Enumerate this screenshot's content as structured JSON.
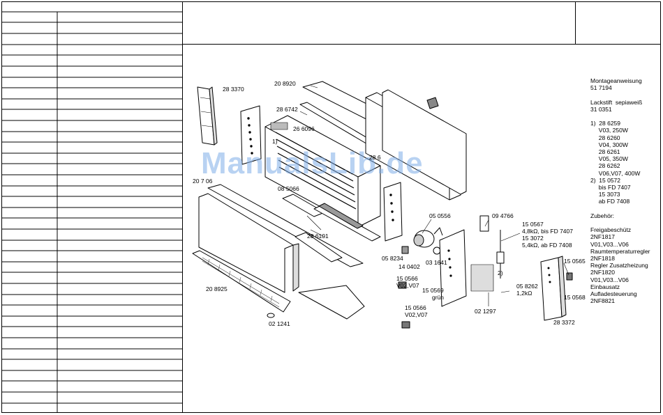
{
  "part_labels": {
    "p1": "28 3370",
    "p2": "20 8920",
    "p3": "28 6742",
    "p4": "26 6096",
    "p5": "1)",
    "p6": "28 6",
    "p7": "20 7 06",
    "p8": "08 5066",
    "p9": "28 6101",
    "p10": "20 8925",
    "p11": "02 1241",
    "p12": "05 0556",
    "p13": "09 4766",
    "p14": "05 8234",
    "p15": "14 0402",
    "p16": "03 1641",
    "p17": "15 0567",
    "p18": "4,8kΩ, bis FD 7407",
    "p19": "15 3072",
    "p20": "5,4kΩ, ab FD 7408",
    "p21": "15 0566",
    "p22": "V02,V07",
    "p23": "15 0569",
    "p24": "grün",
    "p25": "15 0566",
    "p26": "V02,V07",
    "p27": "02 1297",
    "p28": "2)",
    "p29": "05 8262",
    "p30": "1,2kΩ",
    "p31": "15 0565",
    "p32": "15 0568",
    "p33": "28 3372"
  },
  "notes": "Montageanweisung\n51 7194\n\nLackstift  sepiaweiß\n31 0351\n\n1)  28 6259\n     V03, 250W\n     28 6260\n     V04, 300W\n     28 6261\n     V05, 350W\n     28 6262\n     V06,V07, 400W\n2)  15 0572\n     bis FD 7407\n     15 3073\n     ab FD 7408\n\nZubehör:\n\nFreigabeschütz\n2NF1817\nV01,V03...V06\nRaumtemperaturregler\n2NF1818\nRegler Zusatzheizung\n2NF1820\nV01,V03...V06\nEinbausatz\nAufladesteuerung\n2NF8821",
  "watermark": "ManualsLib.de"
}
